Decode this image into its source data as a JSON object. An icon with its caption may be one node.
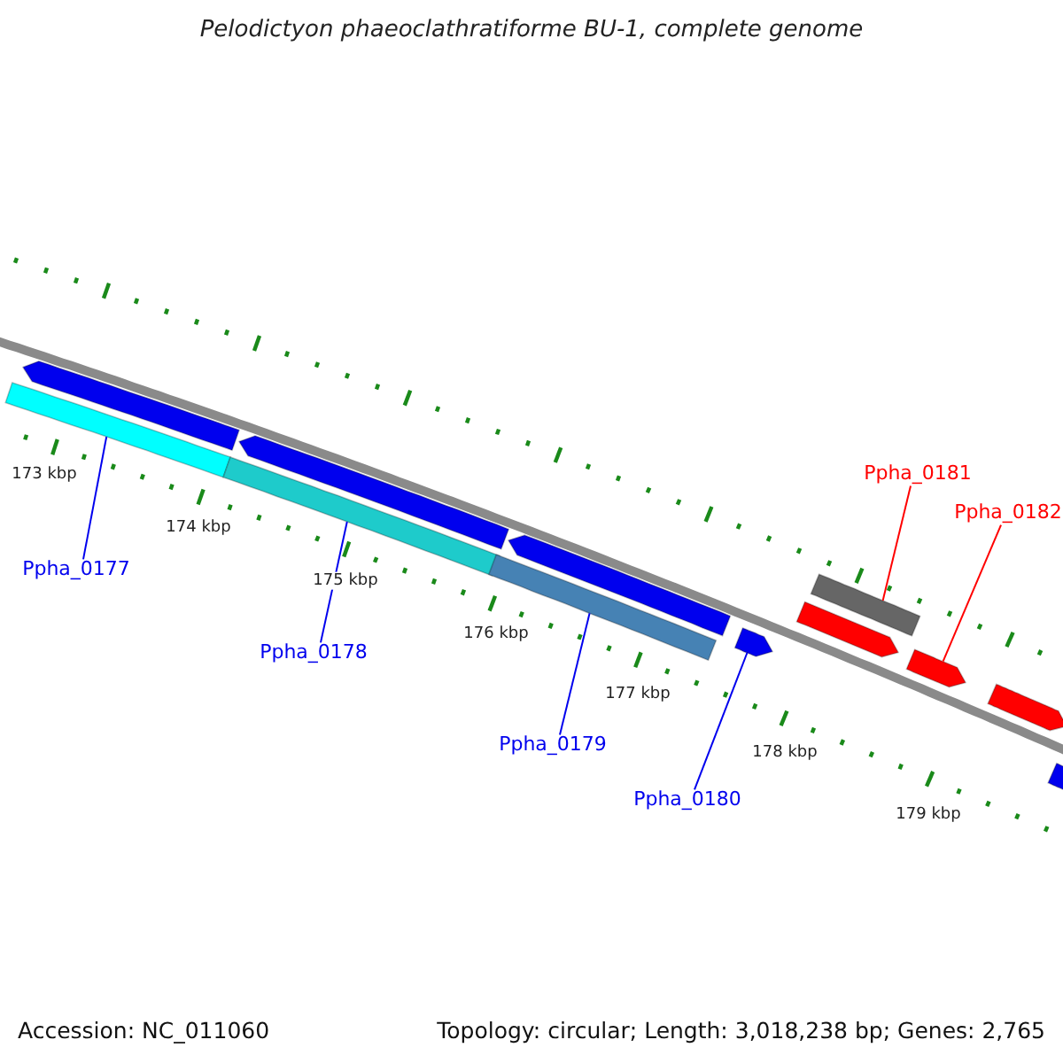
{
  "diagram": {
    "title": "Pelodictyon phaeoclathratiforme BU-1, complete genome",
    "nodes": [
      {
        "text": [
          "Ppha_0177"
        ]
      },
      {
        "text": [
          "Ppha_0178"
        ]
      },
      {
        "text": [
          "Ppha_0179"
        ]
      },
      {
        "text": [
          "Ppha_0180"
        ]
      },
      {
        "text": [
          "Ppha_0181"
        ]
      },
      {
        "text": [
          "Ppha_0182"
        ]
      },
      {
        "text": [],
        "shape": "arrow"
      },
      {
        "text": [],
        "shape": "bar"
      },
      {
        "text": [],
        "shape": "arrow"
      },
      {
        "text": [],
        "shape": "bar"
      },
      {
        "text": [],
        "shape": "arrow"
      },
      {
        "text": [],
        "shape": "bar"
      },
      {
        "text": [],
        "shape": "arrow"
      },
      {
        "text": [],
        "shape": "bar"
      },
      {
        "text": [],
        "shape": "arrow"
      },
      {
        "text": [],
        "shape": "arrow"
      },
      {
        "text": [],
        "shape": "arrow"
      },
      {
        "text": [],
        "shape": "arrow"
      }
    ],
    "edges": [
      {
        "from": 0,
        "to": 7,
        "arrow": "none"
      },
      {
        "from": 1,
        "to": 9,
        "arrow": "none"
      },
      {
        "from": 2,
        "to": 11,
        "arrow": "none"
      },
      {
        "from": 3,
        "to": 12,
        "arrow": "none"
      },
      {
        "from": 4,
        "to": 13,
        "arrow": "none",
        "color": "#ff0000"
      },
      {
        "from": 5,
        "to": 15,
        "arrow": "none",
        "color": "#ff0000"
      }
    ],
    "labels": [
      "173 kbp",
      "174 kbp",
      "175 kbp",
      "176 kbp",
      "177 kbp",
      "178 kbp",
      "179 kbp",
      "Accession: NC_011060",
      "Topology: circular; Length: 3,018,238 bp; Genes: 2,765"
    ]
  }
}
